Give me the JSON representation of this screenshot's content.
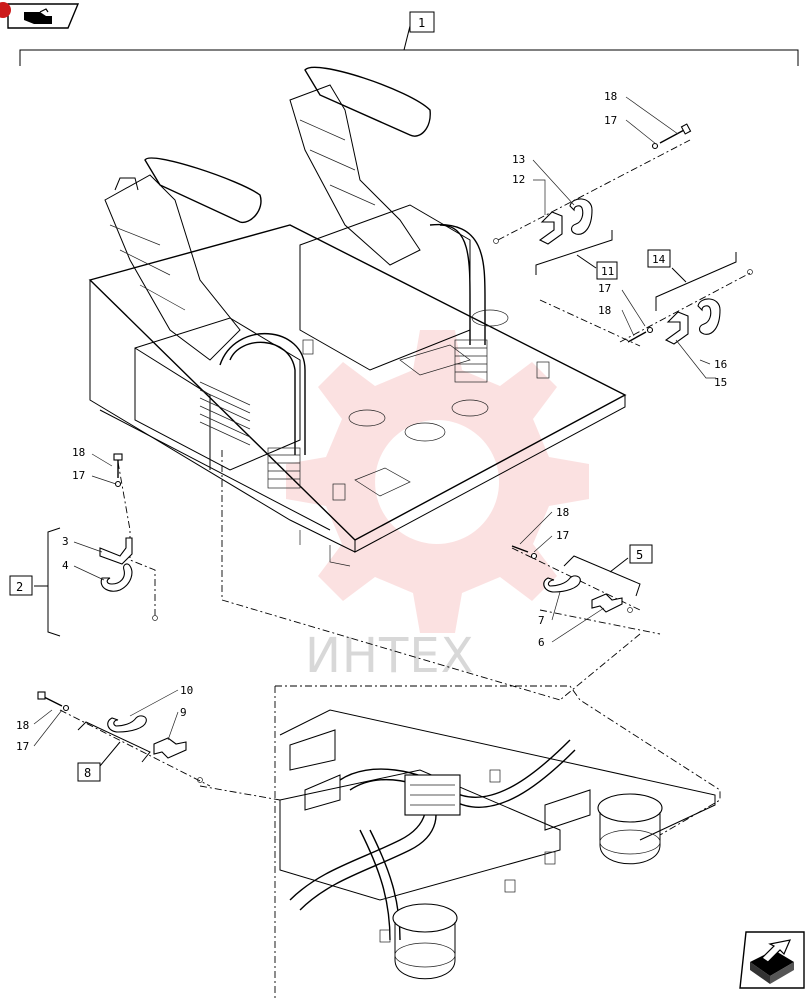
{
  "page": {
    "nav_prev_icon": "hand-pointer-left-icon",
    "nav_next_icon": "arrow-box-next-icon",
    "watermark_icon": "gear-logo-icon",
    "watermark_text": "ИНТЕХ",
    "watermark_color": "#f4a9a9"
  },
  "callouts": {
    "c1": "1",
    "c2": "2",
    "c3": "3",
    "c4": "4",
    "c5": "5",
    "c6": "6",
    "c7": "7",
    "c8": "8",
    "c9": "9",
    "c10": "10",
    "c11": "11",
    "c12": "12",
    "c13": "13",
    "c14": "14",
    "c15": "15",
    "c16": "16",
    "c17": "17",
    "c18": "18"
  }
}
